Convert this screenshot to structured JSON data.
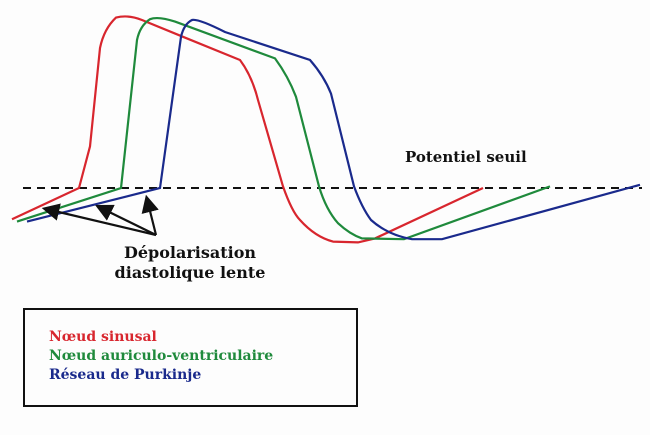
{
  "labels": {
    "threshold": "Potentiel seuil",
    "depolarisation_line1": "Dépolarisation",
    "depolarisation_line2": "diastolique lente"
  },
  "legend": [
    {
      "label": "Nœud sinusal",
      "color": "#d8262e"
    },
    {
      "label": "Nœud auriculo-ventriculaire",
      "color": "#1f8a3c"
    },
    {
      "label": "Réseau de Purkinje",
      "color": "#1a2a8c"
    }
  ],
  "colors": {
    "sinus": "#d8262e",
    "av": "#1f8a3c",
    "purkinje": "#1a2a8c",
    "ink": "#111111"
  }
}
